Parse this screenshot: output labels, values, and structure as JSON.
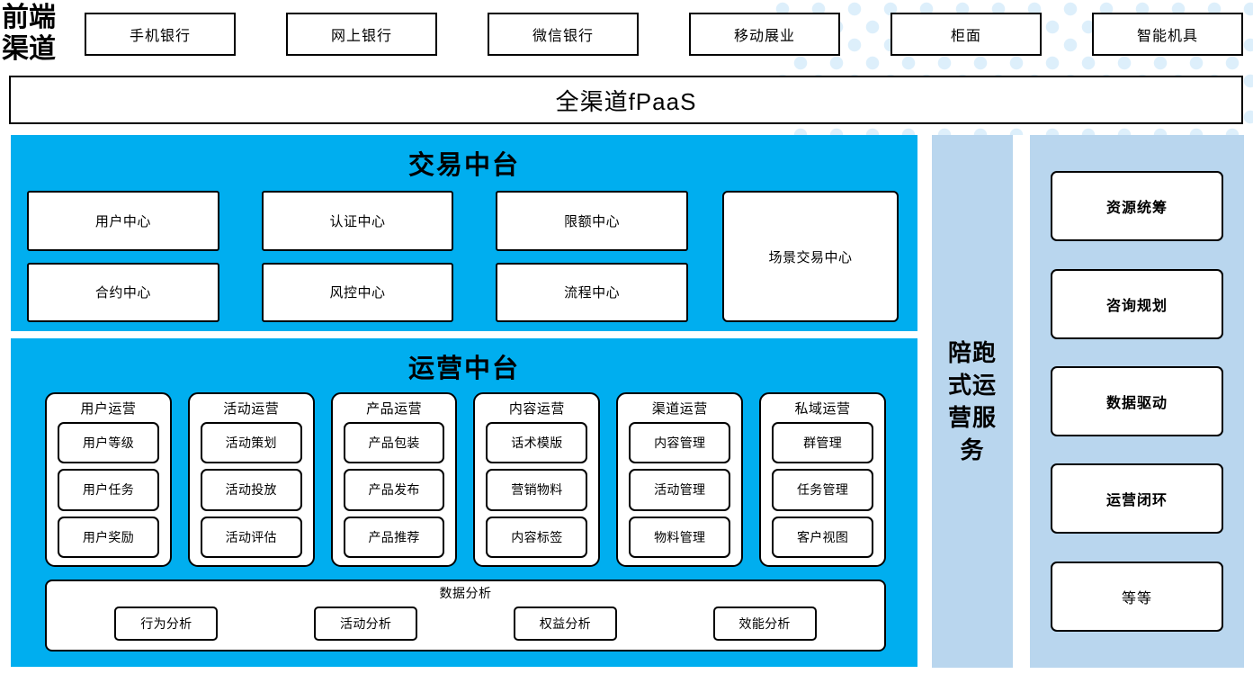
{
  "frontend": {
    "label": "前端\n渠道",
    "label_lines": [
      "前端",
      "渠道"
    ],
    "channels": [
      "手机银行",
      "网上银行",
      "微信银行",
      "移动展业",
      "柜面",
      "智能机具"
    ]
  },
  "platform_band": {
    "label": "全渠道fPaaS"
  },
  "trade_platform": {
    "title": "交易中台",
    "cells": [
      "用户中心",
      "认证中心",
      "限额中心",
      "合约中心",
      "风控中心",
      "流程中心"
    ],
    "wide_cell": "场景交易中心"
  },
  "ops_platform": {
    "title": "运营中台",
    "columns": [
      {
        "title": "用户运营",
        "items": [
          "用户等级",
          "用户任务",
          "用户奖励"
        ]
      },
      {
        "title": "活动运营",
        "items": [
          "活动策划",
          "活动投放",
          "活动评估"
        ]
      },
      {
        "title": "产品运营",
        "items": [
          "产品包装",
          "产品发布",
          "产品推荐"
        ]
      },
      {
        "title": "内容运营",
        "items": [
          "话术模版",
          "营销物料",
          "内容标签"
        ]
      },
      {
        "title": "渠道运营",
        "items": [
          "内容管理",
          "活动管理",
          "物料管理"
        ]
      },
      {
        "title": "私域运营",
        "items": [
          "群管理",
          "任务管理",
          "客户视图"
        ]
      }
    ],
    "data_analysis": {
      "title": "数据分析",
      "items": [
        "行为分析",
        "活动分析",
        "权益分析",
        "效能分析"
      ]
    }
  },
  "service_column": {
    "label": "陪跑式运营服务"
  },
  "capability_column": {
    "items": [
      {
        "label": "资源统筹",
        "bold": true
      },
      {
        "label": "咨询规划",
        "bold": true
      },
      {
        "label": "数据驱动",
        "bold": true
      },
      {
        "label": "运营闭环",
        "bold": true
      },
      {
        "label": "等等",
        "bold": false
      }
    ]
  },
  "colors": {
    "cyan_panel": "#00AEEF",
    "light_blue_column": "#B9D6EE",
    "dot_pattern": "#DDEFFB",
    "outline": "#000000",
    "box_fill": "#FFFFFF"
  }
}
